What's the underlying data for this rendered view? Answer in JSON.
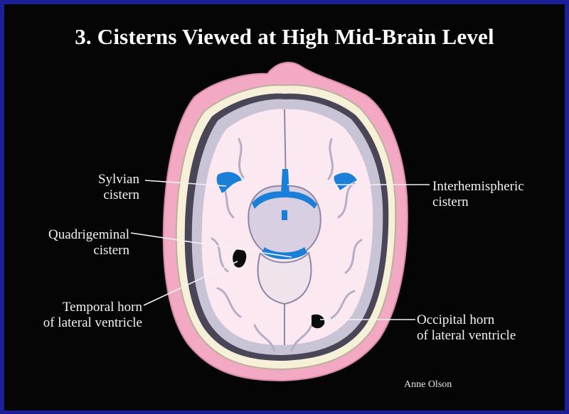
{
  "title": "3. Cisterns Viewed at High Mid-Brain Level",
  "labels": {
    "sylvian": [
      "Sylvian",
      "cistern"
    ],
    "quadrigeminal": [
      "Quadrigeminal",
      "cistern"
    ],
    "temporal": [
      "Temporal horn",
      "of lateral ventricle"
    ],
    "interhemispheric": [
      "Interhemispheric",
      "cistern"
    ],
    "occipital": [
      "Occipital horn",
      "of lateral ventricle"
    ]
  },
  "credit": "Anne Olson",
  "colors": {
    "frame": "#1c1f96",
    "background": "#050505",
    "scalp": "#f3a9c4",
    "brain": "#fbe8f1",
    "gray_matter": "#c9c3d6",
    "cistern": "#1a7fd6",
    "ventricle": "#0a0a0a"
  }
}
